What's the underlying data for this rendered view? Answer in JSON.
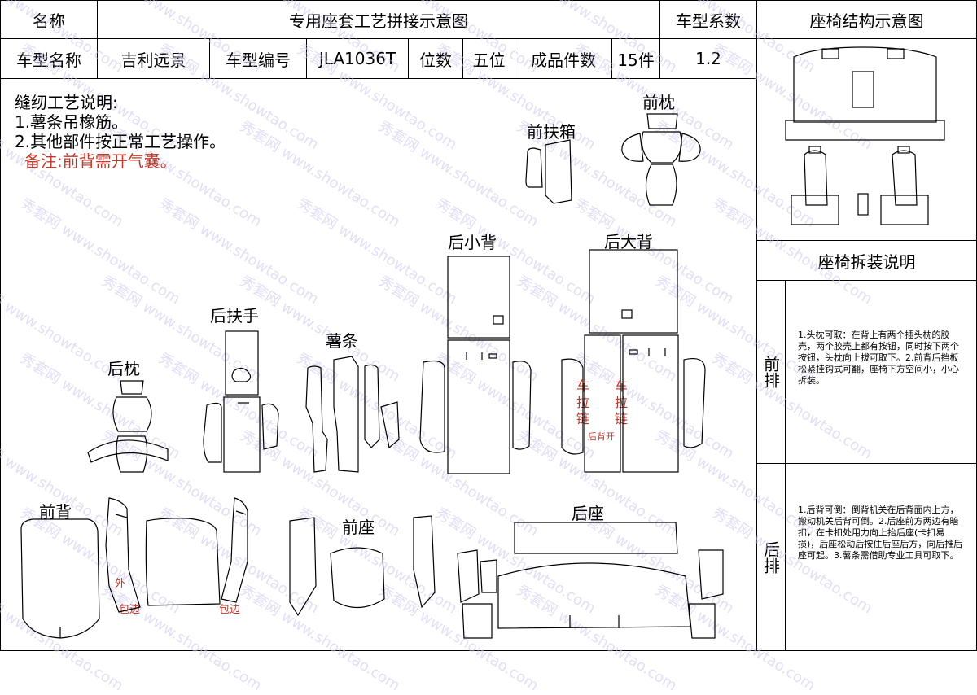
{
  "header": {
    "name_label": "名称",
    "title": "专用座套工艺拼接示意图",
    "coef_label": "车型系数",
    "struct_title": "座椅结构示意图"
  },
  "row2": {
    "model_name_label": "车型名称",
    "model_name": "吉利远景",
    "model_code_label": "车型编号",
    "model_code": "JLA1036T",
    "seats_label": "位数",
    "seats": "五位",
    "pieces_label": "成品件数",
    "pieces": "15件",
    "coef": "1.2"
  },
  "notes": {
    "heading": "缝纫工艺说明:",
    "item1": "1.薯条吊橡筋。",
    "item2": "2.其他部件按正常工艺操作。",
    "remark": "备注:前背需开气囊。"
  },
  "parts": {
    "front_armrest_box": "前扶箱",
    "front_headrest": "前枕",
    "rear_small_back": "后小背",
    "rear_large_back": "后大背",
    "rear_armrest": "后扶手",
    "fries_strip": "薯条",
    "rear_headrest": "后枕",
    "front_back": "前背",
    "front_seat": "前座",
    "rear_seat": "后座"
  },
  "annotations": {
    "zipper": [
      "车",
      "拉",
      "链"
    ],
    "zipper_small": "后背开",
    "outside": "外",
    "binding": "包边"
  },
  "disassembly": {
    "title": "座椅拆装说明",
    "front_label": "前排",
    "front_text": "1.头枕可取：在背上有两个插头枕的胶壳，两个胶壳上都有按钮，同时按下两个按钮，头枕向上拔可取下。2.前背后挡板松紧挂钩式可翻，座椅下方空间小，小心拆装。",
    "rear_label": "后排",
    "rear_text": "1.后背可倒：倒背机关在后背面内上方，搬动机关后背可倒。2.后座前方两边有暗扣，在卡扣处用力向上抬后座(卡扣易损)，后座松动后按住后座后方，向后推后座可起。3.薯条需借助专业工具可取下。"
  },
  "watermark": {
    "cn": "秀套网",
    "url": "www.showtao.com",
    "color": "#c9c6ec"
  }
}
